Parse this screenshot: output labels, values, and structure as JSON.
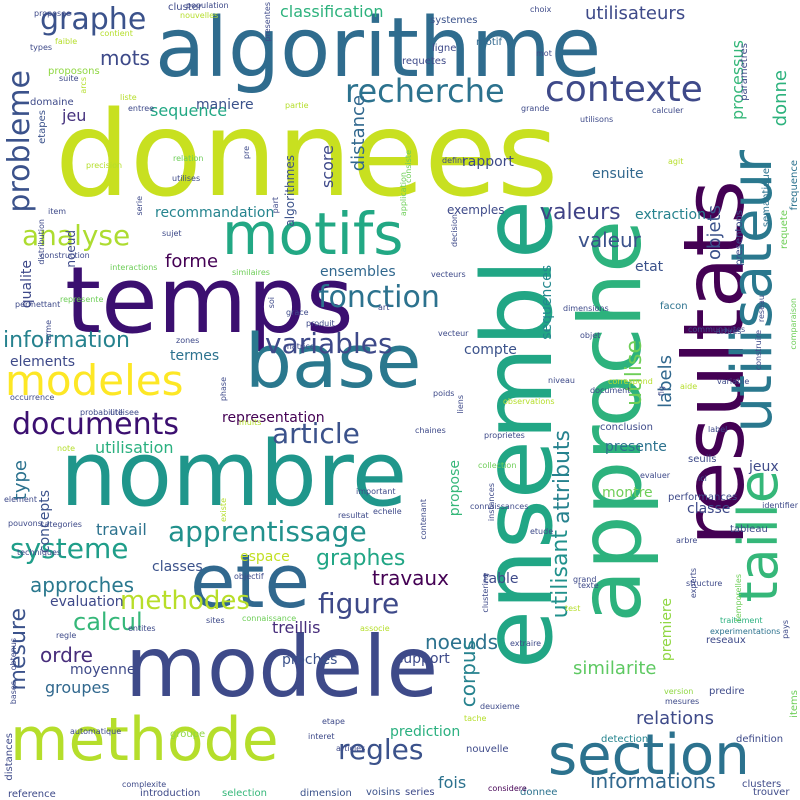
{
  "words": [
    {
      "text": "donnees",
      "color": "#c8e020"
    },
    {
      "text": "algorithme",
      "color": "#2f6c8e"
    },
    {
      "text": "ensemble",
      "color": "#21a685"
    },
    {
      "text": "approche",
      "color": "#2db27d"
    },
    {
      "text": "resultats",
      "color": "#440154"
    },
    {
      "text": "temps",
      "color": "#3b0f70"
    },
    {
      "text": "nombre",
      "color": "#1f968b"
    },
    {
      "text": "base",
      "color": "#2a788e"
    },
    {
      "text": "modele",
      "color": "#3e4a89"
    },
    {
      "text": "ete",
      "color": "#31688e"
    },
    {
      "text": "methode",
      "color": "#b5de2b"
    },
    {
      "text": "motifs",
      "color": "#22a884"
    },
    {
      "text": "utilisateur",
      "color": "#2a788e"
    },
    {
      "text": "taille",
      "color": "#35b779"
    },
    {
      "text": "section",
      "color": "#2c728e"
    },
    {
      "text": "modeles",
      "color": "#fde725"
    },
    {
      "text": "contexte",
      "color": "#3e4989"
    },
    {
      "text": "recherche",
      "color": "#2c728e"
    },
    {
      "text": "graphe",
      "color": "#3b528b"
    },
    {
      "text": "fonction",
      "color": "#2c728e"
    },
    {
      "text": "variables",
      "color": "#3e4989"
    },
    {
      "text": "article",
      "color": "#3b528b"
    },
    {
      "text": "documents",
      "color": "#3b0f70"
    },
    {
      "text": "apprentissage",
      "color": "#21918c"
    },
    {
      "text": "systeme",
      "color": "#1f9e89"
    },
    {
      "text": "figure",
      "color": "#3e4989"
    },
    {
      "text": "methodes",
      "color": "#b8de29"
    },
    {
      "text": "regles",
      "color": "#3b528b"
    },
    {
      "text": "probleme",
      "color": "#3b528b"
    },
    {
      "text": "analyse",
      "color": "#addc30"
    },
    {
      "text": "information",
      "color": "#26828e"
    },
    {
      "text": "valeurs",
      "color": "#404387"
    },
    {
      "text": "sequence",
      "color": "#22a884"
    },
    {
      "text": "mots",
      "color": "#3e4a89"
    },
    {
      "text": "jeu",
      "color": "#46327e"
    },
    {
      "text": "maniere",
      "color": "#3b528b"
    },
    {
      "text": "graphes",
      "color": "#21a685"
    },
    {
      "text": "travaux",
      "color": "#440154"
    },
    {
      "text": "approches",
      "color": "#2a788e"
    },
    {
      "text": "calcul",
      "color": "#35b779"
    },
    {
      "text": "mesure",
      "color": "#3b528b"
    },
    {
      "text": "noeuds",
      "color": "#2c728e"
    },
    {
      "text": "informations",
      "color": "#31688e"
    },
    {
      "text": "prediction",
      "color": "#2ab07f"
    },
    {
      "text": "utilisateurs",
      "color": "#3e4a89"
    },
    {
      "text": "classification",
      "color": "#2db27d"
    },
    {
      "text": "donne",
      "color": "#2db27d"
    },
    {
      "text": "processus",
      "color": "#35b779"
    },
    {
      "text": "objets",
      "color": "#3b528b"
    },
    {
      "text": "distance",
      "color": "#31688e"
    },
    {
      "text": "score",
      "color": "#3e4989"
    },
    {
      "text": "rapport",
      "color": "#3e4a89"
    },
    {
      "text": "ensuite",
      "color": "#31688e"
    },
    {
      "text": "utilise",
      "color": "#6ece58"
    },
    {
      "text": "attributs",
      "color": "#26828e"
    },
    {
      "text": "propose",
      "color": "#35b779"
    },
    {
      "text": "utilisant",
      "color": "#21918c"
    },
    {
      "text": "corpus",
      "color": "#26828e"
    },
    {
      "text": "sequences",
      "color": "#23888e"
    },
    {
      "text": "labels",
      "color": "#31688e"
    },
    {
      "text": "premiere",
      "color": "#90d743"
    },
    {
      "text": "forme",
      "color": "#440154"
    },
    {
      "text": "ensembles",
      "color": "#31688e"
    },
    {
      "text": "valeur",
      "color": "#3b528b"
    },
    {
      "text": "extraction",
      "color": "#26828e"
    },
    {
      "text": "recommandation",
      "color": "#25848e"
    },
    {
      "text": "termes",
      "color": "#2c728e"
    },
    {
      "text": "compte",
      "color": "#3b528b"
    },
    {
      "text": "elements",
      "color": "#3e4a89"
    },
    {
      "text": "representation",
      "color": "#440154"
    },
    {
      "text": "utilisation",
      "color": "#2ab07f"
    },
    {
      "text": "concepts",
      "color": "#3b528b"
    },
    {
      "text": "type",
      "color": "#2c728e"
    },
    {
      "text": "espace",
      "color": "#c2df23"
    },
    {
      "text": "classes",
      "color": "#3b528b"
    },
    {
      "text": "evaluation",
      "color": "#3e4989"
    },
    {
      "text": "ordre",
      "color": "#472d7b"
    },
    {
      "text": "groupes",
      "color": "#31688e"
    },
    {
      "text": "moyenne",
      "color": "#3e4a89"
    },
    {
      "text": "treillis",
      "color": "#472d7b"
    },
    {
      "text": "proches",
      "color": "#3b528b"
    },
    {
      "text": "support",
      "color": "#3e4a89"
    },
    {
      "text": "similarite",
      "color": "#5ec962"
    },
    {
      "text": "relations",
      "color": "#3e4a89"
    },
    {
      "text": "fois",
      "color": "#2c728e"
    },
    {
      "text": "presente",
      "color": "#2c728e"
    },
    {
      "text": "montre",
      "color": "#6ece58"
    },
    {
      "text": "classe",
      "color": "#3e4a89"
    },
    {
      "text": "table",
      "color": "#3e4a89"
    },
    {
      "text": "travail",
      "color": "#2c728e"
    },
    {
      "text": "jeux",
      "color": "#3e4a89"
    },
    {
      "text": "etat",
      "color": "#3b528b"
    },
    {
      "text": "facon",
      "color": "#2c728e"
    },
    {
      "text": "exemples",
      "color": "#3e4a89"
    },
    {
      "text": "algorithmes",
      "color": "#3b528b"
    },
    {
      "text": "noeud",
      "color": "#3e4a89"
    },
    {
      "text": "qualite",
      "color": "#3e4989"
    },
    {
      "text": "cluster",
      "color": "#3e4989"
    },
    {
      "text": "systemes",
      "color": "#3b528b"
    },
    {
      "text": "motif",
      "color": "#31688e"
    },
    {
      "text": "ligne",
      "color": "#3e4a89"
    },
    {
      "text": "requetes",
      "color": "#3e4a89"
    },
    {
      "text": "etapes",
      "color": "#3b528b"
    },
    {
      "text": "proposons",
      "color": "#90d743"
    },
    {
      "text": "domaine",
      "color": "#3e4a89"
    },
    {
      "text": "parametres",
      "color": "#3e4a89"
    },
    {
      "text": "requete",
      "color": "#6ece58"
    },
    {
      "text": "frequence",
      "color": "#2c728e"
    },
    {
      "text": "semantique",
      "color": "#2c728e"
    },
    {
      "text": "presentons",
      "color": "#3e4a89"
    },
    {
      "text": "performances",
      "color": "#3e4a89"
    },
    {
      "text": "tableau",
      "color": "#3e4a89"
    },
    {
      "text": "seuils",
      "color": "#3e4a89"
    },
    {
      "text": "conclusion",
      "color": "#3e4a89"
    },
    {
      "text": "nouvelle",
      "color": "#3e4a89"
    },
    {
      "text": "detection",
      "color": "#25848e"
    },
    {
      "text": "definition",
      "color": "#3e4a89"
    },
    {
      "text": "reference",
      "color": "#3e4a89"
    },
    {
      "text": "introduction",
      "color": "#3e4a89"
    },
    {
      "text": "selection",
      "color": "#35b779"
    },
    {
      "text": "dimension",
      "color": "#3b528b"
    },
    {
      "text": "voisins",
      "color": "#3b528b"
    },
    {
      "text": "series",
      "color": "#3e4a89"
    },
    {
      "text": "donnee",
      "color": "#2c728e"
    },
    {
      "text": "clusters",
      "color": "#3e4a89"
    },
    {
      "text": "trouver",
      "color": "#3e4a89"
    },
    {
      "text": "considere",
      "color": "#440154"
    },
    {
      "text": "groupe",
      "color": "#90d743"
    },
    {
      "text": "articles",
      "color": "#3e4a89"
    },
    {
      "text": "interet",
      "color": "#3e4a89"
    },
    {
      "text": "distances",
      "color": "#3e4a89"
    },
    {
      "text": "automatique",
      "color": "#3e4a89"
    },
    {
      "text": "tache",
      "color": "#b5de2b"
    },
    {
      "text": "deuxieme",
      "color": "#3e4a89"
    },
    {
      "text": "mesures",
      "color": "#3e4a89"
    },
    {
      "text": "version",
      "color": "#90d743"
    },
    {
      "text": "predire",
      "color": "#3e4a89"
    },
    {
      "text": "items",
      "color": "#6ece58"
    },
    {
      "text": "reseaux",
      "color": "#3e4a89"
    },
    {
      "text": "experimentations",
      "color": "#2c728e"
    },
    {
      "text": "traitement",
      "color": "#2ab07f"
    },
    {
      "text": "pays",
      "color": "#3e4a89"
    },
    {
      "text": "structure",
      "color": "#3e4a89"
    },
    {
      "text": "experts",
      "color": "#3e4a89"
    },
    {
      "text": "temporelles",
      "color": "#6ece58"
    },
    {
      "text": "instances",
      "color": "#3e4a89"
    },
    {
      "text": "arbre",
      "color": "#3e4a89"
    },
    {
      "text": "clustering",
      "color": "#3e4a89"
    },
    {
      "text": "evaluer",
      "color": "#3e4a89"
    },
    {
      "text": "etude",
      "color": "#3e4a89"
    },
    {
      "text": "texte",
      "color": "#3e4a89"
    },
    {
      "text": "objectif",
      "color": "#3e4a89"
    },
    {
      "text": "techniques",
      "color": "#3e4a89"
    },
    {
      "text": "categories",
      "color": "#3e4a89"
    },
    {
      "text": "element",
      "color": "#3e4a89"
    },
    {
      "text": "obtenus",
      "color": "#3e4a89"
    },
    {
      "text": "bases",
      "color": "#3e4a89"
    },
    {
      "text": "regle",
      "color": "#3e4a89"
    },
    {
      "text": "entites",
      "color": "#3e4a89"
    },
    {
      "text": "sites",
      "color": "#3e4a89"
    },
    {
      "text": "connaissance",
      "color": "#6ece58"
    },
    {
      "text": "associe",
      "color": "#b5de2b"
    },
    {
      "text": "extraire",
      "color": "#3e4a89"
    },
    {
      "text": "test",
      "color": "#b5de2b"
    },
    {
      "text": "complexite",
      "color": "#3e4a89"
    },
    {
      "text": "etape",
      "color": "#3e4a89"
    },
    {
      "text": "collection",
      "color": "#6ece58"
    },
    {
      "text": "connaissances",
      "color": "#3e4a89"
    },
    {
      "text": "resultat",
      "color": "#3e4a89"
    },
    {
      "text": "echelle",
      "color": "#3e4a89"
    },
    {
      "text": "important",
      "color": "#3e4a89"
    },
    {
      "text": "contenant",
      "color": "#3e4a89"
    },
    {
      "text": "chaines",
      "color": "#3e4a89"
    },
    {
      "text": "existe",
      "color": "#b5de2b"
    },
    {
      "text": "liens",
      "color": "#3e4a89"
    },
    {
      "text": "poids",
      "color": "#3e4a89"
    },
    {
      "text": "proprietes",
      "color": "#3e4a89"
    },
    {
      "text": "observations",
      "color": "#b5de2b"
    },
    {
      "text": "niveau",
      "color": "#3e4a89"
    },
    {
      "text": "document",
      "color": "#3e4a89"
    },
    {
      "text": "correspond",
      "color": "#b5de2b"
    },
    {
      "text": "aide",
      "color": "#b5de2b"
    },
    {
      "text": "fig",
      "color": "#3e4a89"
    },
    {
      "text": "label",
      "color": "#3e4a89"
    },
    {
      "text": "ici",
      "color": "#3e4a89"
    },
    {
      "text": "identifier",
      "color": "#3e4a89"
    },
    {
      "text": "phase",
      "color": "#3e4a89"
    },
    {
      "text": "muits",
      "color": "#b5de2b"
    },
    {
      "text": "note",
      "color": "#b5de2b"
    },
    {
      "text": "utilisee",
      "color": "#3e4a89"
    },
    {
      "text": "probabilite",
      "color": "#3e4a89"
    },
    {
      "text": "occurrence",
      "color": "#3e4a89"
    },
    {
      "text": "zones",
      "color": "#3e4a89"
    },
    {
      "text": "matrice",
      "color": "#3e4a89"
    },
    {
      "text": "vecteurs",
      "color": "#3e4a89"
    },
    {
      "text": "art",
      "color": "#3e4a89"
    },
    {
      "text": "grace",
      "color": "#3e4a89"
    },
    {
      "text": "produit",
      "color": "#3e4a89"
    },
    {
      "text": "vecteur",
      "color": "#3e4a89"
    },
    {
      "text": "communautes",
      "color": "#3e4a89"
    },
    {
      "text": "arbres",
      "color": "#3e4a89"
    },
    {
      "text": "dimensions",
      "color": "#3e4a89"
    },
    {
      "text": "objet",
      "color": "#3e4a89"
    },
    {
      "text": "variable",
      "color": "#3e4a89"
    },
    {
      "text": "construire",
      "color": "#3e4a89"
    },
    {
      "text": "reseau",
      "color": "#3e4a89"
    },
    {
      "text": "comparaison",
      "color": "#6ece58"
    },
    {
      "text": "similaires",
      "color": "#6ece58"
    },
    {
      "text": "interactions",
      "color": "#6ece58"
    },
    {
      "text": "construction",
      "color": "#3e4a89"
    },
    {
      "text": "terme",
      "color": "#3e4a89"
    },
    {
      "text": "permettant",
      "color": "#3e4a89"
    },
    {
      "text": "represente",
      "color": "#6ece58"
    },
    {
      "text": "soi",
      "color": "#3e4a89"
    },
    {
      "text": "sujet",
      "color": "#3e4a89"
    },
    {
      "text": "item",
      "color": "#3e4a89"
    },
    {
      "text": "pouvons",
      "color": "#3e4a89"
    },
    {
      "text": "distribution",
      "color": "#3e4a89"
    },
    {
      "text": "serie",
      "color": "#3e4a89"
    },
    {
      "text": "utilises",
      "color": "#3e4a89"
    },
    {
      "text": "relation",
      "color": "#6ece58"
    },
    {
      "text": "pre",
      "color": "#3e4a89"
    },
    {
      "text": "part",
      "color": "#3e4a89"
    },
    {
      "text": "decision",
      "color": "#3e4a89"
    },
    {
      "text": "application",
      "color": "#6ece58"
    },
    {
      "text": "precision",
      "color": "#b5de2b"
    },
    {
      "text": "entree",
      "color": "#3e4a89"
    },
    {
      "text": "liste",
      "color": "#b5de2b"
    },
    {
      "text": "defini",
      "color": "#3e4a89"
    },
    {
      "text": "partie",
      "color": "#b5de2b"
    },
    {
      "text": "suite",
      "color": "#3e4a89"
    },
    {
      "text": "arcs",
      "color": "#b5de2b"
    },
    {
      "text": "faible",
      "color": "#b5de2b"
    },
    {
      "text": "types",
      "color": "#3e4a89"
    },
    {
      "text": "proposee",
      "color": "#3e4a89"
    },
    {
      "text": "contient",
      "color": "#b5de2b"
    },
    {
      "text": "nouvelles",
      "color": "#b5de2b"
    },
    {
      "text": "presentes",
      "color": "#3e4a89"
    },
    {
      "text": "mot",
      "color": "#3e4a89"
    },
    {
      "text": "choix",
      "color": "#3e4a89"
    },
    {
      "text": "grande",
      "color": "#3e4a89"
    },
    {
      "text": "utilisons",
      "color": "#3e4a89"
    },
    {
      "text": "calculer",
      "color": "#3e4a89"
    },
    {
      "text": "agit",
      "color": "#b5de2b"
    },
    {
      "text": "population",
      "color": "#3e4a89"
    },
    {
      "text": "consiste",
      "color": "#6ece58"
    },
    {
      "text": "grand",
      "color": "#3e4a89"
    }
  ]
}
